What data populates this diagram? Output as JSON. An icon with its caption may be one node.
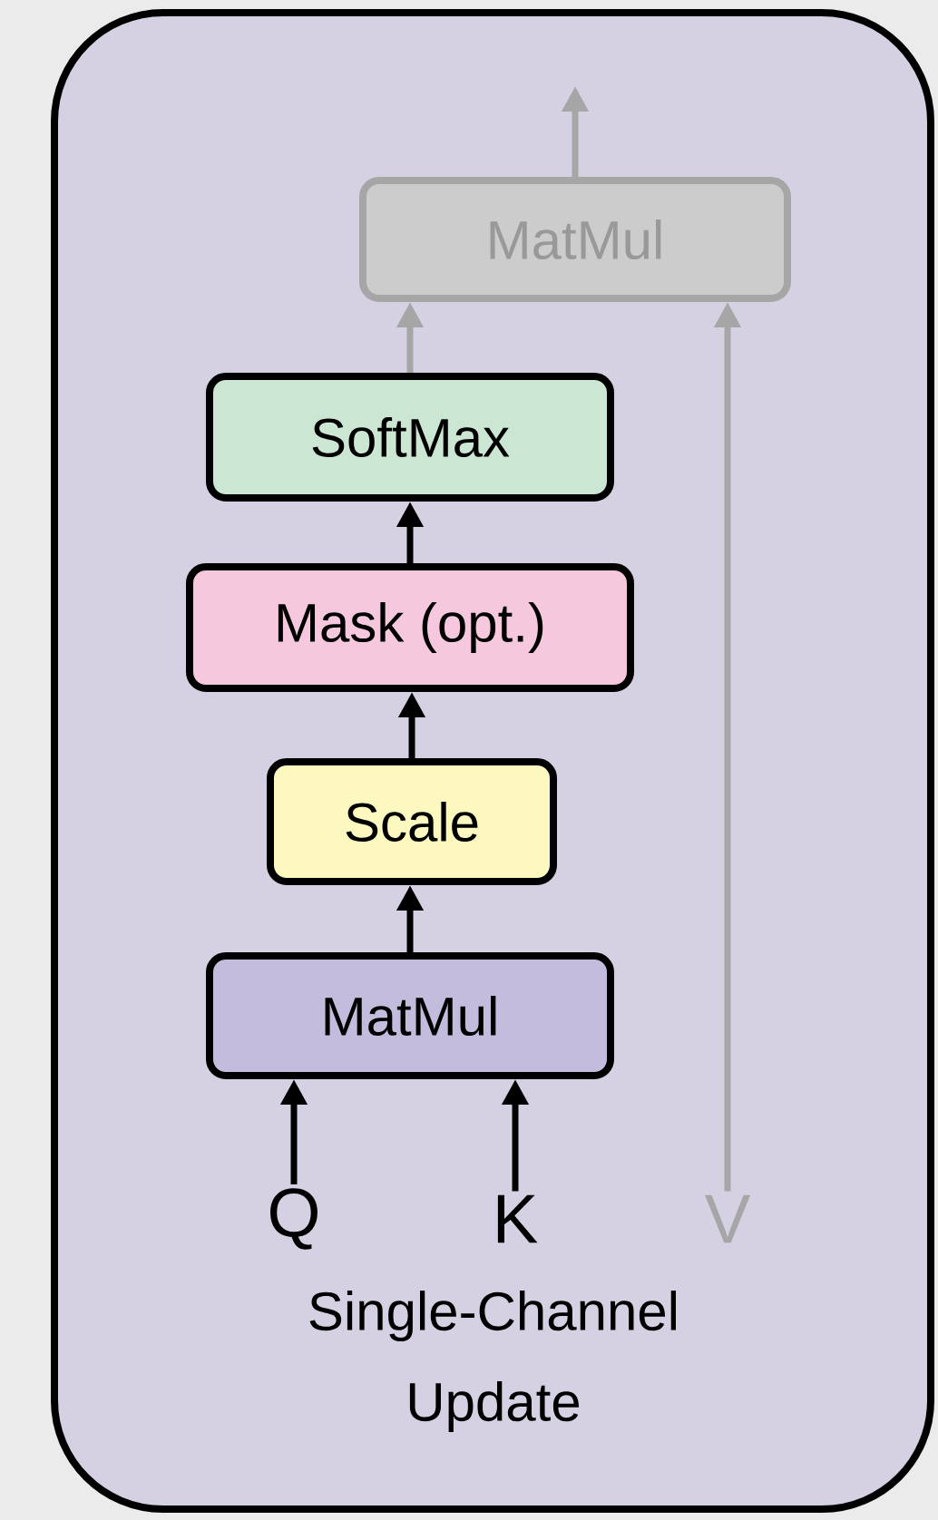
{
  "diagram": {
    "nodes": [
      {
        "text": [
          "Single-Channel Update"
        ]
      },
      {
        "text": [
          "MatMul"
        ],
        "in": 0
      },
      {
        "text": [
          "SoftMax"
        ],
        "in": 0
      },
      {
        "text": [
          "Mask (opt.)"
        ],
        "in": 0
      },
      {
        "text": [
          "Scale"
        ],
        "in": 0
      },
      {
        "text": [
          "MatMul"
        ],
        "in": 0
      },
      {
        "text": [
          "Q"
        ],
        "in": 0
      },
      {
        "text": [
          "K"
        ],
        "in": 0
      },
      {
        "text": [
          "V"
        ],
        "in": 0
      }
    ],
    "edges": [
      {
        "from": 1,
        "to": null,
        "arrow": "to",
        "color": "#a6a6a6"
      },
      {
        "from": 2,
        "to": 1,
        "arrow": "to",
        "color": "#a6a6a6"
      },
      {
        "from": 8,
        "to": 1,
        "arrow": "to",
        "color": "#a6a6a6"
      },
      {
        "from": 3,
        "to": 2,
        "arrow": "to"
      },
      {
        "from": 4,
        "to": 3,
        "arrow": "to"
      },
      {
        "from": 5,
        "to": 4,
        "arrow": "to"
      },
      {
        "from": 6,
        "to": 5,
        "arrow": "to"
      },
      {
        "from": 7,
        "to": 5,
        "arrow": "to"
      }
    ]
  }
}
